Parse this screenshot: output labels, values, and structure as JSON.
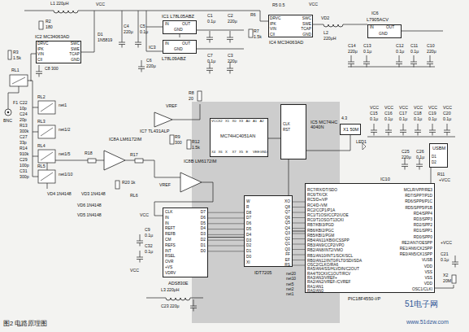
{
  "diagram": {
    "caption": "图2 电路原理图",
    "nodes": [
      {
        "text": [
          "IC2 MC34063AD"
        ]
      },
      {
        "text": [
          "IC1 L78L05ABZ"
        ]
      },
      {
        "text": [
          "IC3",
          "L78L09ABZ"
        ]
      },
      {
        "text": [
          "IC4 MC34063AD"
        ]
      },
      {
        "text": [
          "IC6",
          "L7905ACV"
        ]
      },
      {
        "text": [
          "IC7 TL431ALP"
        ]
      },
      {
        "text": [
          "MC74HC4051AN"
        ]
      },
      {
        "text": [
          "IC5 MC74HC 4040N"
        ]
      },
      {
        "text": [
          "X1 50M"
        ]
      },
      {
        "text": [
          "USBM"
        ]
      },
      {
        "text": [
          "IC8A LM6172IM"
        ]
      },
      {
        "text": [
          "IC8B LM6172IM"
        ]
      },
      {
        "text": [
          "ADS830E"
        ]
      },
      {
        "text": [
          "IDT7205"
        ]
      },
      {
        "text": [
          "IC10",
          "PIC18F4550-I/P"
        ]
      }
    ],
    "edges": [
      {
        "from": 12,
        "to": 13,
        "arrow": "none"
      },
      {
        "from": 13,
        "to": 14,
        "arrow": "none"
      }
    ],
    "labels": [
      "L1 220μH",
      "VCC",
      "R2",
      "180",
      "DRVC",
      "IPK",
      "VIN",
      "CII",
      "SWC",
      "SWE",
      "TCAP",
      "GND",
      "C4",
      "220μ",
      "C5",
      "0.1μ",
      "R3",
      "1.5k",
      "D1",
      "1N5819",
      "C8 300",
      "IN",
      "OUT",
      "GND",
      "C1",
      "0.1μ",
      "C2",
      "220μ",
      "IN",
      "OUT",
      "GND",
      "C6",
      "220μ",
      "C7",
      "0.1μ",
      "C3",
      "220μ",
      "R5 0.5",
      "R6",
      "R7",
      "1.5k",
      "DRVC",
      "IPK",
      "VIN",
      "CII",
      "SWC",
      "SWE",
      "TCAP",
      "GND",
      "VD2",
      "L2",
      "220μH",
      "C14",
      "220μ",
      "C13",
      "0.1μ",
      "C12",
      "0.1μ",
      "C11",
      "0.1μ",
      "C10",
      "220μ",
      "IN",
      "OUT",
      "GND",
      "VCC",
      "RL1",
      "F1",
      "BNC",
      "C22",
      "10p",
      "C24",
      "20p",
      "R13",
      "300k",
      "C27",
      "33p",
      "R14",
      "910k",
      "C29",
      "100p",
      "C31",
      "300p",
      "RL2",
      "net1",
      "RL3",
      "net1/2",
      "RL4",
      "net1/5",
      "RL5",
      "net1/10",
      "VD4 1N4148",
      "VD3 1N4148",
      "VREF",
      "R8",
      "20",
      "R9",
      "300",
      "R12",
      "1.5k",
      "R17",
      "R18",
      "R20 1k",
      "VREF",
      "RL6",
      "VD6 1N4148",
      "VD5 1N4148",
      "CLK",
      "IN",
      "IN",
      "REFT",
      "REFB",
      "CM",
      "REFS",
      "INT",
      "RSEL",
      "OVR",
      "+VS",
      "VDRV",
      "D7",
      "D6",
      "D5",
      "D4",
      "D3",
      "D2",
      "D1",
      "D0",
      "VCC",
      "C9",
      "0.1μ",
      "C32",
      "0.1μ",
      "VCC",
      "L3 220μH",
      "C23 220μ",
      "W",
      "R",
      "D8",
      "D7",
      "D6",
      "D5",
      "D4",
      "D3",
      "D2",
      "D1",
      "D0",
      "XI",
      "XO",
      "Q8",
      "Q7",
      "Q6",
      "Q5",
      "Q4",
      "Q3",
      "Q2",
      "Q1",
      "Q0",
      "FF",
      "EF",
      "RS",
      "VCC",
      "X2",
      "X1",
      "X0",
      "X3",
      "A0",
      "A1",
      "A2",
      "X4",
      "X6",
      "X",
      "X7",
      "X5",
      "E",
      "VEE",
      "GND",
      "CLK",
      "RST",
      "4.3",
      "LED1",
      "VCC",
      "VCC",
      "VCC",
      "VCC",
      "VCC",
      "VCC",
      "C15",
      "C16",
      "C17",
      "C18",
      "C19",
      "C20",
      "0.1μ",
      "0.1μ",
      "0.1μ",
      "0.1μ",
      "0.1μ",
      "0.1μ",
      "C25",
      "220μ",
      "C26",
      "0.1μ",
      "D1",
      "D2",
      "R11",
      "+VCC",
      "RC7/RX/DT/SDO",
      "RC6/TX/CK",
      "RC5/D+/VP",
      "RC4/D-/VM",
      "RC2/CCP1/P1A",
      "RC1/T1OSI/CCP2/UOE",
      "RC0/T1OSO/T13CKI",
      "RB7/KBI3/PGD",
      "RB6/KBI2/PGC",
      "RB5/KBI1/PGM",
      "RB4/AN11/KBI0/CSSPP",
      "RB3/AN9/CCP2/VPO",
      "RB2/AN8/INT2/VMO",
      "RB1/AN10/INT1/SCK/SCL",
      "RB0/AN12/INT0/FLT0/SDI/SDA",
      "OSC2/CLKO/RA6",
      "RA5/AN4/SS/HLVDIN/C2OUT",
      "RA4/T0CKI/C1OUT/RCV",
      "RA3/AN3/VREF+",
      "RA2/AN2/VREF-/CVREF",
      "RA1/AN1",
      "RA0/AN0",
      "MCLR/VPP/RE3",
      "RD7/SPP7/P1D",
      "RD6/SPP6/P1C",
      "RD5/SPP5/P1B",
      "RD4/SPP4",
      "RD3/SPP3",
      "RD2/SPP2",
      "RD1/SPP1",
      "RD0/SPP0",
      "RE2/AN7/OESPP",
      "RE1/AN6/CK2SPP",
      "RE0/AN5/CK1SPP",
      "VUSB",
      "VDD",
      "VSS",
      "VSS",
      "VDD",
      "OSC1/CLKI",
      "net20",
      "net10",
      "net5",
      "net2",
      "net1",
      "+VCC",
      "C21",
      "0.1μ",
      "X2",
      "20M",
      "51电子网",
      "www.51dzw.com"
    ]
  }
}
